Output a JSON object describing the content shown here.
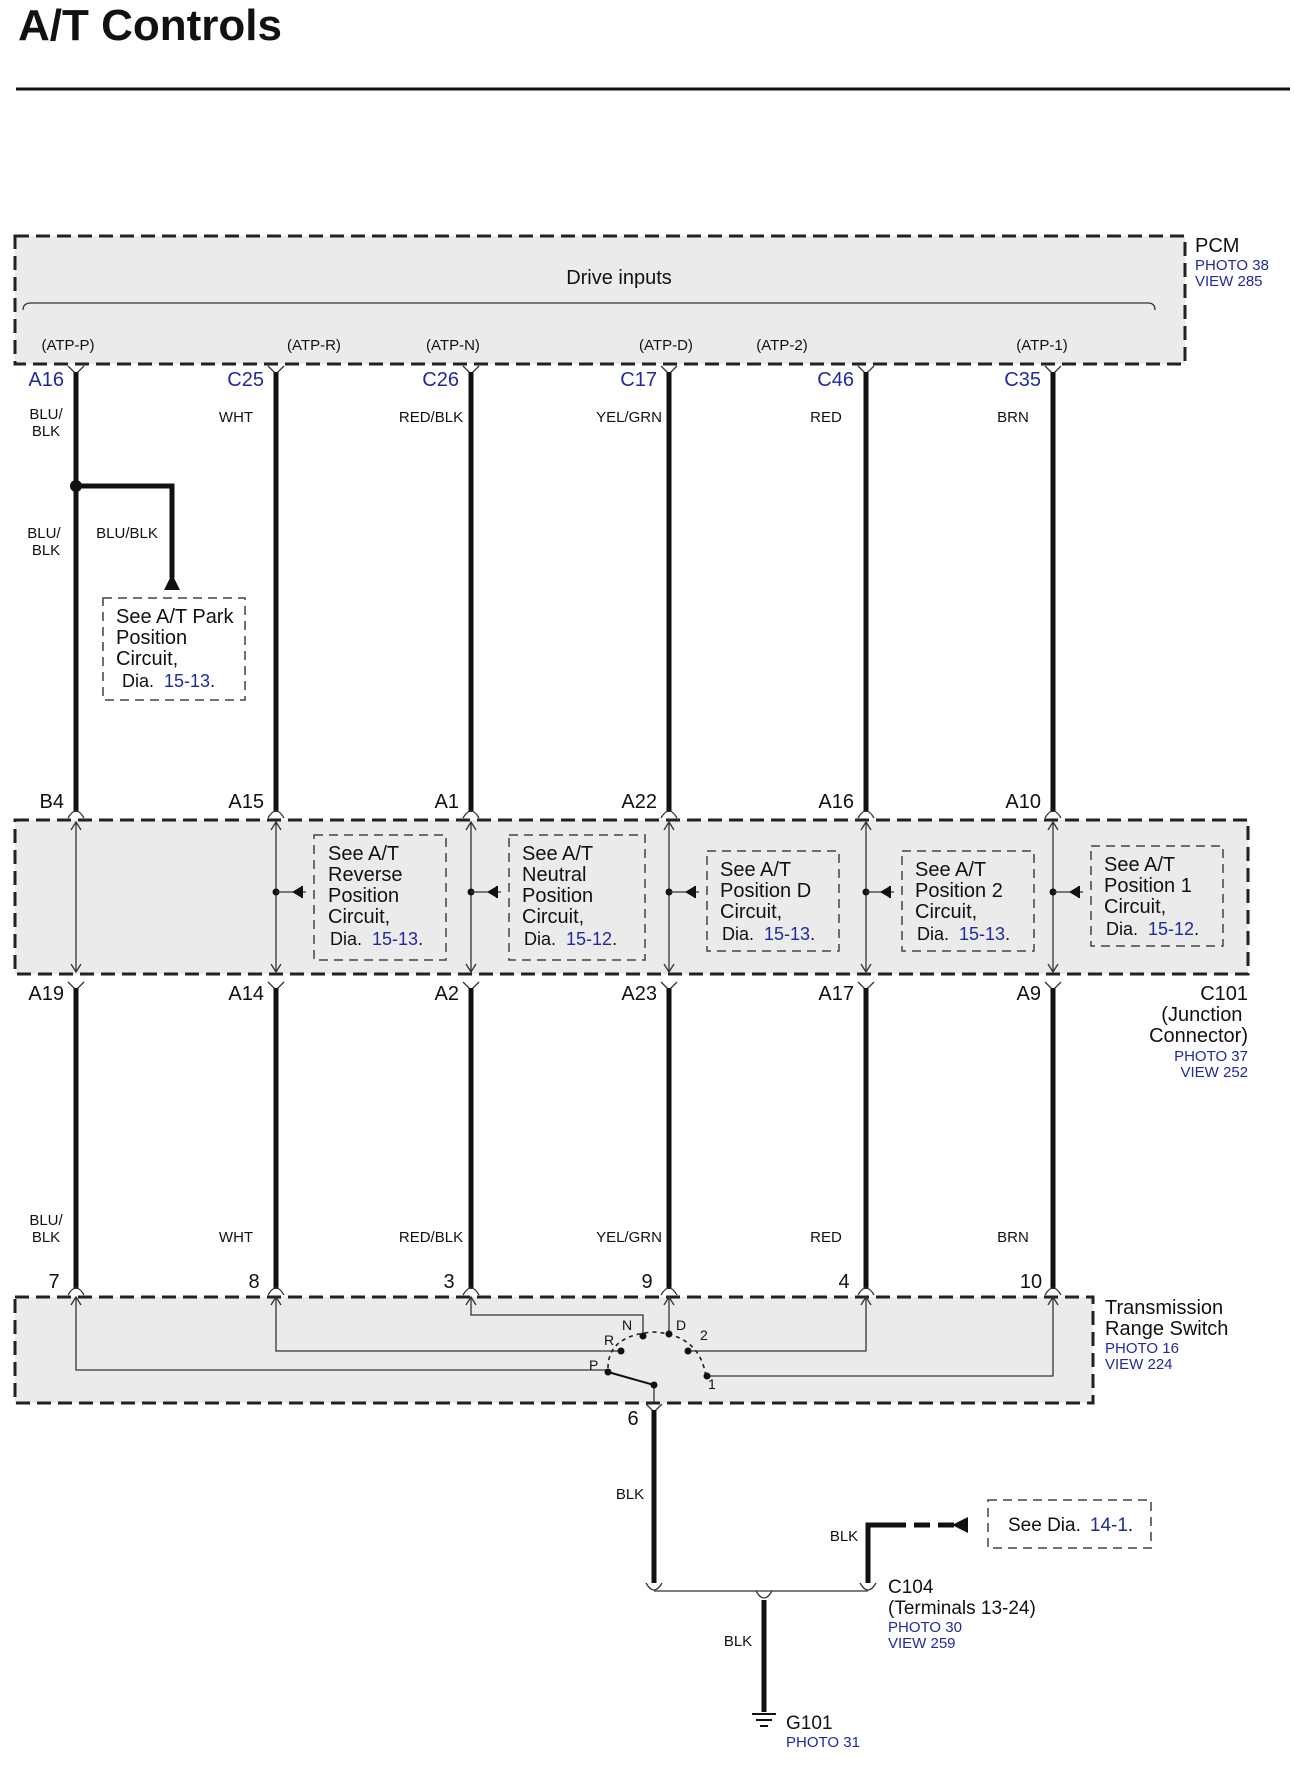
{
  "title": "A/T Controls",
  "pcm": {
    "name": "PCM",
    "photo": "PHOTO 38",
    "view": "VIEW 285",
    "drive_inputs": "Drive inputs",
    "signals": [
      "(ATP-P)",
      "(ATP-R)",
      "(ATP-N)",
      "(ATP-D)",
      "(ATP-2)",
      "(ATP-1)"
    ],
    "terminals": [
      "A16",
      "C25",
      "C26",
      "C17",
      "C46",
      "C35"
    ]
  },
  "wire_colors": {
    "top": [
      "BLU/\nBLK",
      "WHT",
      "RED/BLK",
      "YEL/GRN",
      "RED",
      "BRN"
    ],
    "bottom": [
      "BLU/\nBLK",
      "WHT",
      "RED/BLK",
      "YEL/GRN",
      "RED",
      "BRN"
    ],
    "branch_left": "BLU/\nBLK",
    "branch_right": "BLU/BLK"
  },
  "park_ref": {
    "text": "See A/T Park\nPosition\nCircuit,",
    "dia": "Dia.",
    "num": "15-13",
    "period": "."
  },
  "c101": {
    "top_pins": [
      "B4",
      "A15",
      "A1",
      "A22",
      "A16",
      "A10"
    ],
    "bottom_pins": [
      "A19",
      "A14",
      "A2",
      "A23",
      "A17",
      "A9"
    ],
    "name": "C101",
    "desc": "(Junction\nConnector)",
    "photo": "PHOTO 37",
    "view": "VIEW 252",
    "refs": [
      {
        "text": "See A/T\nReverse\nPosition\nCircuit,",
        "dia": "Dia.",
        "num": "15-13",
        "period": "."
      },
      {
        "text": "See A/T\nNeutral\nPosition\nCircuit,",
        "dia": "Dia.",
        "num": "15-12",
        "period": "."
      },
      {
        "text": "See A/T\nPosition D\nCircuit,",
        "dia": "Dia.",
        "num": "15-13",
        "period": "."
      },
      {
        "text": "See A/T\nPosition 2\nCircuit,",
        "dia": "Dia.",
        "num": "15-13",
        "period": "."
      },
      {
        "text": "See A/T\nPosition 1\nCircuit,",
        "dia": "Dia.",
        "num": "15-12",
        "period": "."
      }
    ]
  },
  "trs": {
    "pins": [
      "7",
      "8",
      "3",
      "9",
      "4",
      "10"
    ],
    "name": "Transmission\nRange Switch",
    "photo": "PHOTO 16",
    "view": "VIEW 224",
    "positions": [
      "P",
      "R",
      "N",
      "D",
      "2",
      "1"
    ],
    "common_pin": "6"
  },
  "ground_path": {
    "wire_trs": "BLK",
    "wire_ext": "BLK",
    "wire_ground": "BLK",
    "see_dia": "See Dia.",
    "see_num": "14-1",
    "see_period": ".",
    "c104": "C104",
    "c104_desc": "(Terminals 13-24)",
    "c104_photo": "PHOTO 30",
    "c104_view": "VIEW 259",
    "g101": "G101",
    "g101_photo": "PHOTO 31"
  }
}
